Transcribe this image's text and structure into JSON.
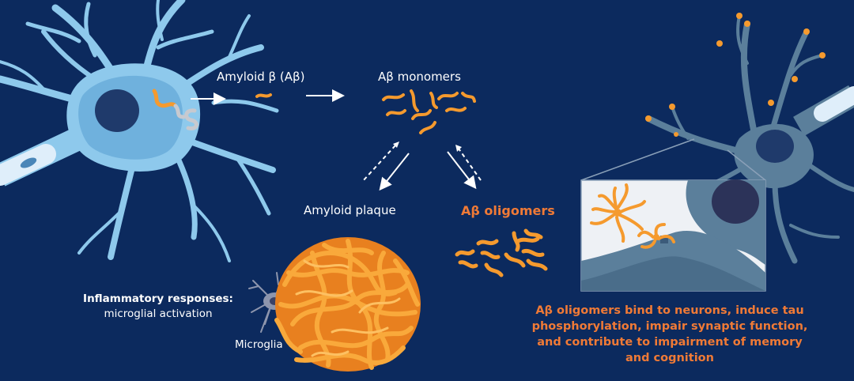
{
  "labels": {
    "amyloid_beta": "Amyloid β (Aβ)",
    "monomers": "Aβ monomers",
    "plaque": "Amyloid plaque",
    "oligomers": "Aβ oligomers",
    "inflammatory_title": "Inflammatory responses:",
    "inflammatory_sub": "microglial activation",
    "microglia": "Microglia",
    "oligomer_effects": "Aβ oligomers bind to neurons, induce tau phosphorylation, impair synaptic function, and contribute to impairment of memory and cognition"
  },
  "colors": {
    "background": "#0c2a5e",
    "neuron_left": "#8ec9ec",
    "neuron_right": "#5b7f9b",
    "amyloid": "#f59a2e",
    "accent_text": "#f07a36",
    "microglia": "#8d95ad"
  }
}
